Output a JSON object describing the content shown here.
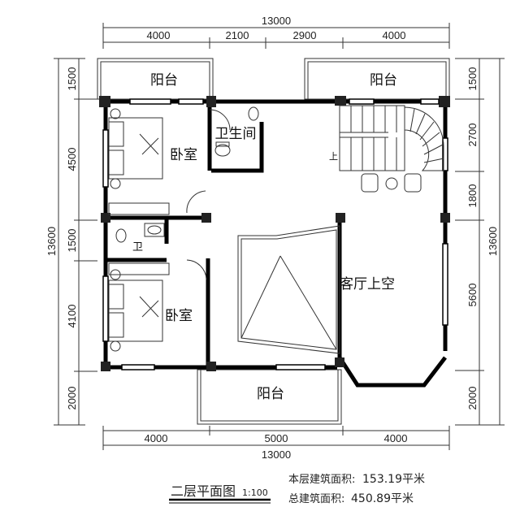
{
  "title": "二层平面图",
  "scale": "1:100",
  "area": {
    "floor_label": "本层建筑面积:",
    "floor_value": "153.19平米",
    "total_label": "总建筑面积:",
    "total_value": "450.89平米"
  },
  "rooms": {
    "balcony_top_left": "阳台",
    "balcony_top_right": "阳台",
    "balcony_bottom": "阳台",
    "bedroom_1": "卧室",
    "bedroom_2": "卧室",
    "bathroom_1": "卫生间",
    "bathroom_2": "卫",
    "living_void": "客厅上空",
    "stair_up": "上"
  },
  "dimensions": {
    "top_total": "13000",
    "top": [
      "4000",
      "2100",
      "2900",
      "4000"
    ],
    "bottom": [
      "4000",
      "5000",
      "4000"
    ],
    "bottom_total": "13000",
    "left_total": "13600",
    "left": [
      "1500",
      "4500",
      "1500",
      "4100",
      "2000"
    ],
    "right_total": "13600",
    "right": [
      "1500",
      "2700",
      "1800",
      "5600",
      "2000"
    ]
  }
}
